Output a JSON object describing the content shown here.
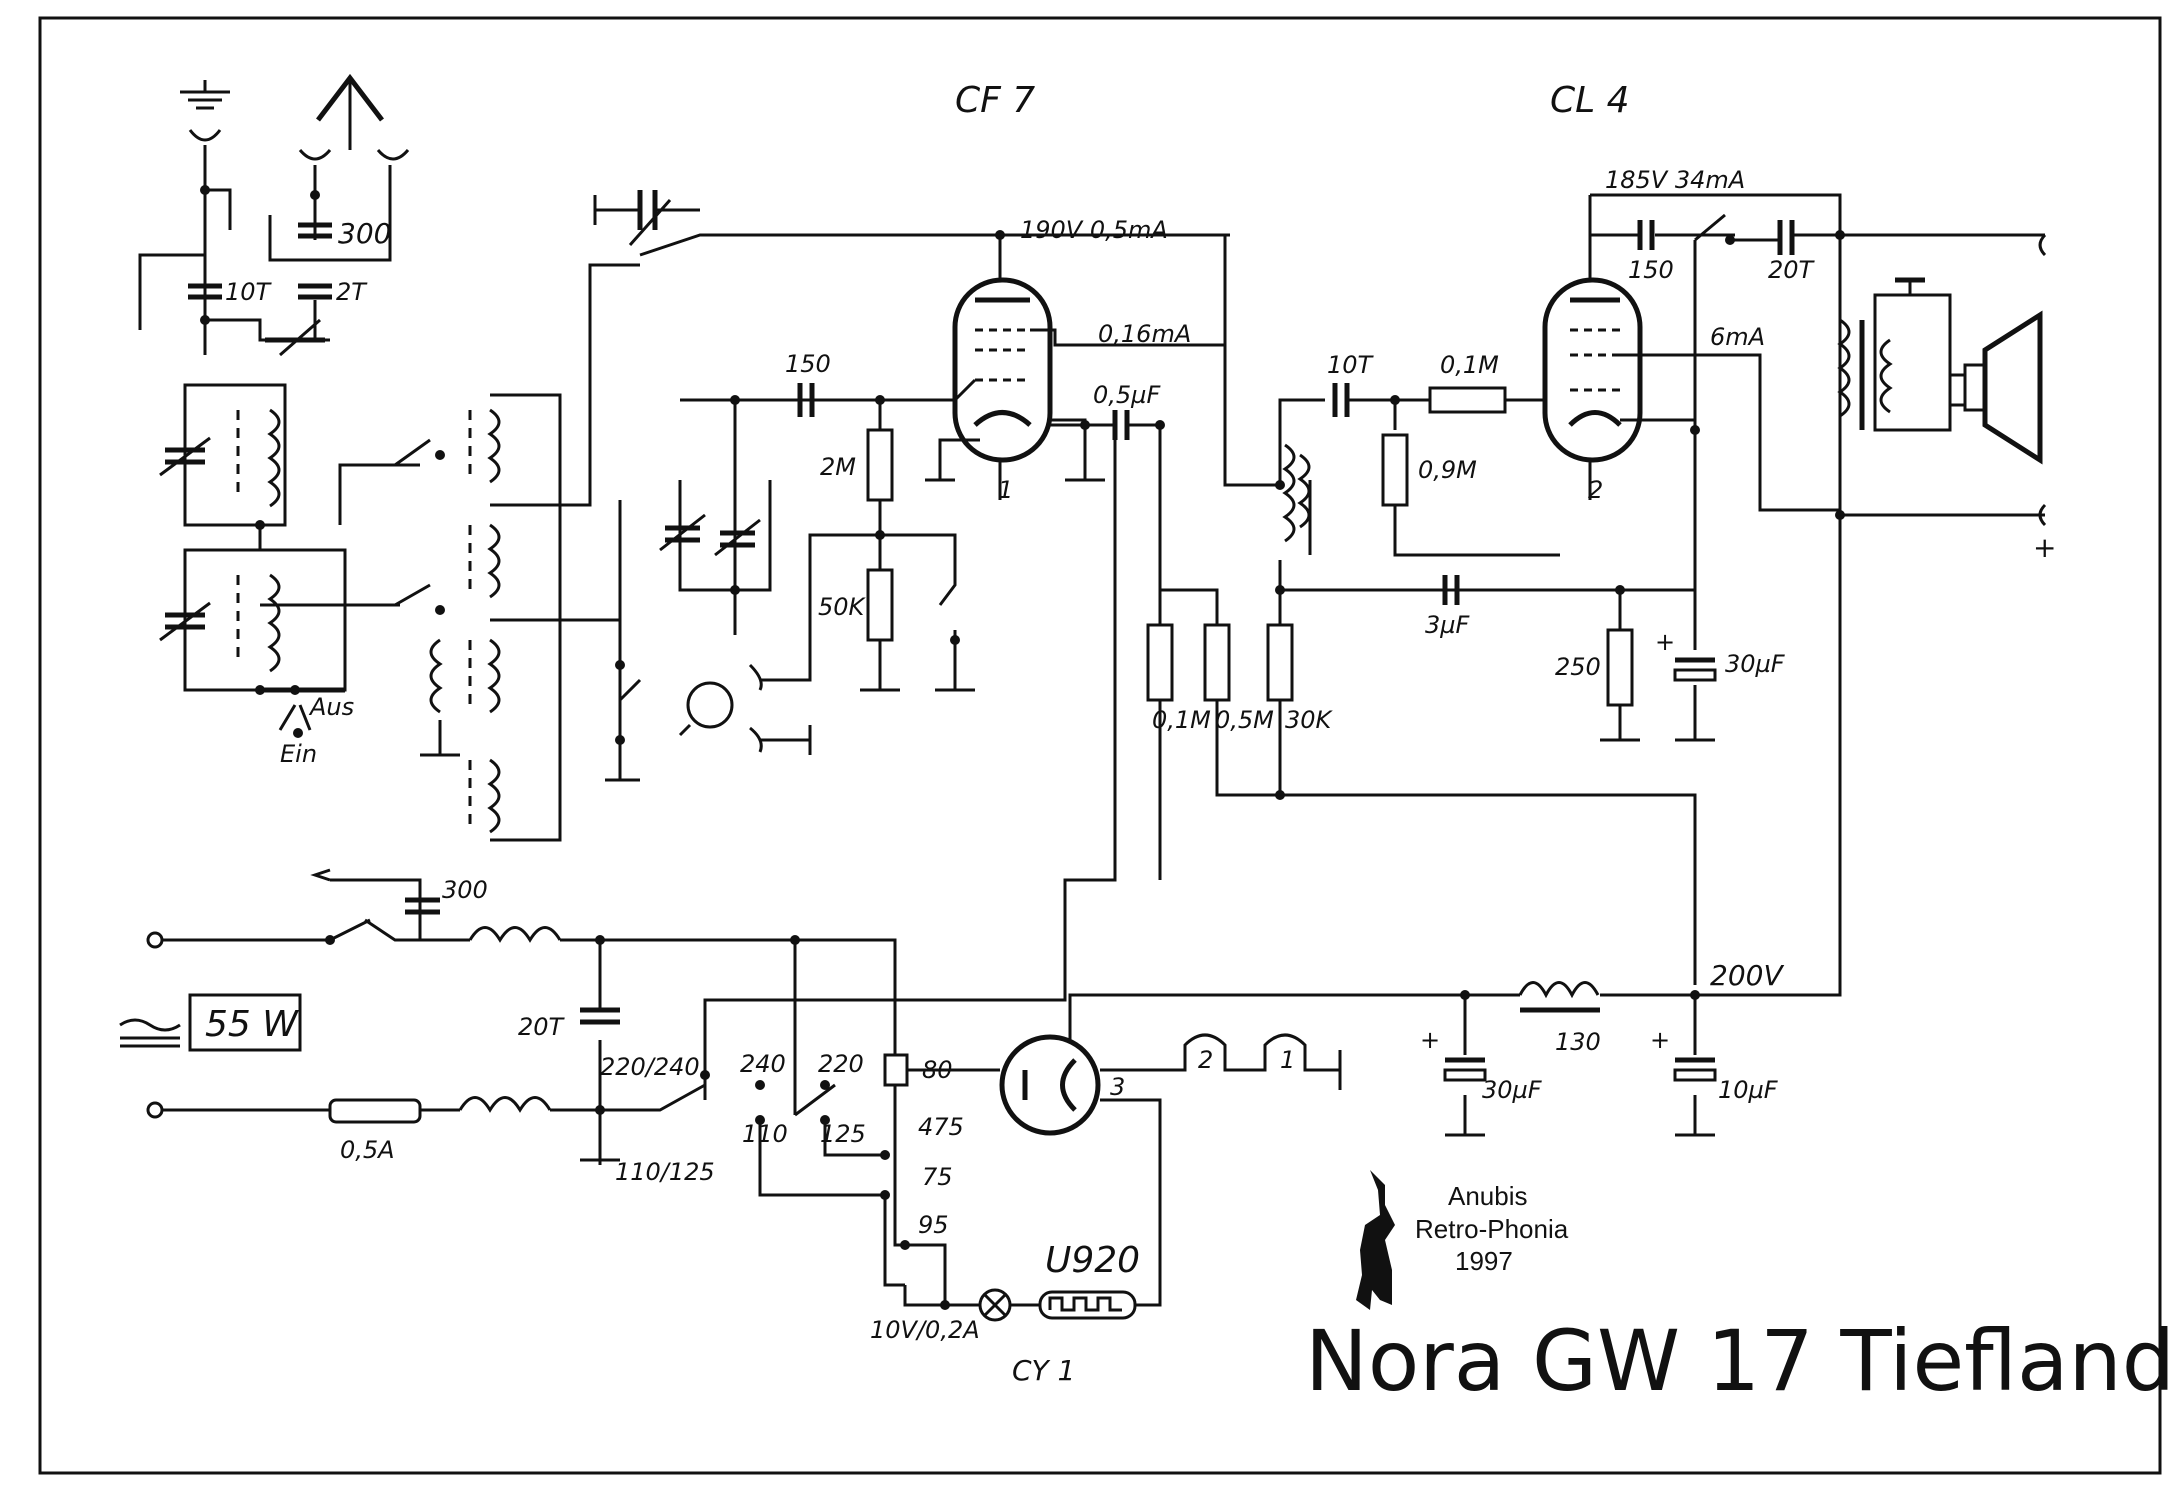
{
  "title": "Nora GW 17 Tiefland",
  "credit": {
    "line1": "Anubis",
    "line2": "Retro-Phonia",
    "line3": "1997"
  },
  "tubes": {
    "left": "CF 7",
    "right": "CL 4",
    "rectifier": "CY 1",
    "left_pin": "1",
    "right_pin": "2",
    "rect_pin": "3"
  },
  "power": {
    "rating": "55 W",
    "fuse": "0,5A",
    "lamp": "10V/0,2A",
    "resistor": "U920"
  },
  "voltages": {
    "v190": "190V 0,5mA",
    "v185": "185V 34mA",
    "i016": "0,16mA",
    "i6": "6mA",
    "v200": "200V"
  },
  "values": {
    "c300a": "300",
    "c10T": "10T",
    "c2T": "2T",
    "c150a": "150",
    "r2M": "2M",
    "r50K": "50K",
    "c05uF": "0,5µF",
    "c10T_b": "10T",
    "r01M_a": "0,1M",
    "r09M": "0,9M",
    "c150b": "150",
    "c20T_a": "20T",
    "c3uF": "3µF",
    "r250": "250",
    "c30uF_a": "30µF",
    "r01M_b": "0,1M",
    "r05M": "0,5M",
    "r30K": "30K",
    "c300b": "300",
    "c20T_b": "20T",
    "l130": "130",
    "c30uF_b": "30µF",
    "c10uF": "10µF",
    "sw_aus": "Aus",
    "sw_ein": "Ein",
    "tap_220_240": "220/240",
    "tap_110_125": "110/125",
    "tap240": "240",
    "tap220": "220",
    "tap110": "110",
    "tap125": "125",
    "t80": "80",
    "t475": "475",
    "t75": "75",
    "t95": "95",
    "f2": "2",
    "f1": "1",
    "plus": "+"
  }
}
